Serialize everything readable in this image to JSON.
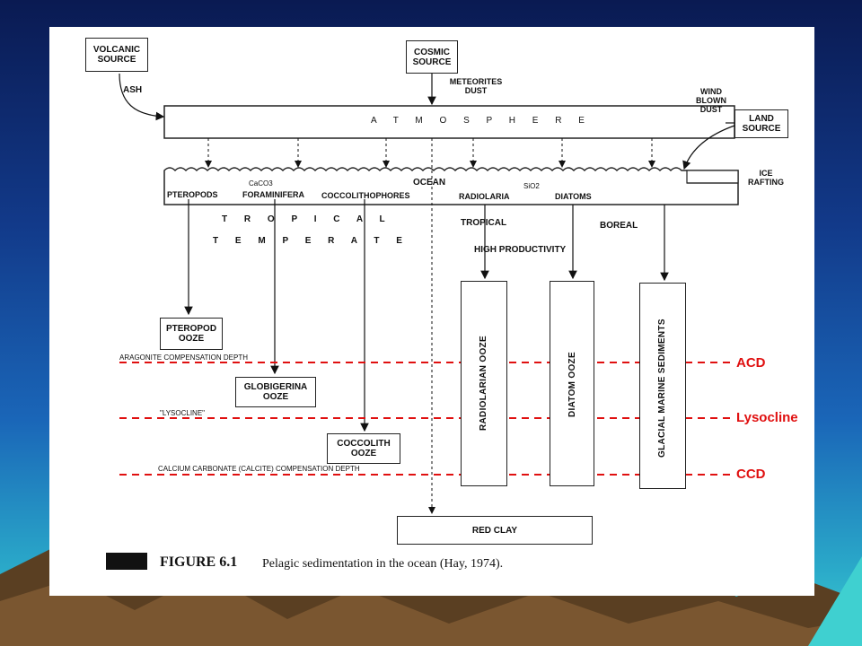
{
  "boxes": {
    "volcanic_source": "VOLCANIC SOURCE",
    "cosmic_source": "COSMIC SOURCE",
    "land_source": "LAND SOURCE",
    "atmosphere": "A T M O S P H E R E",
    "ice_rafting": "ICE RAFTING",
    "pteropod_ooze": "PTEROPOD OOZE",
    "globigerina_ooze": "GLOBIGERINA OOZE",
    "coccolith_ooze": "COCCOLITH OOZE",
    "red_clay": "RED CLAY",
    "radiolarian_ooze": "RADIOLARIAN OOZE",
    "diatom_ooze": "DIATOM OOZE",
    "glacial_marine_sediments": "GLACIAL MARINE SEDIMENTS"
  },
  "labels": {
    "ash": "ASH",
    "meteorites_dust": "METEORITES DUST",
    "wind_blown_dust": "WIND BLOWN DUST",
    "ocean": "OCEAN",
    "caco3": "CaCO3",
    "sio2": "SiO2",
    "pteropods": "PTEROPODS",
    "foraminifera": "FORAMINIFERA",
    "coccolithophores": "COCCOLITHOPHORES",
    "radiolaria": "RADIOLARIA",
    "diatoms": "DIATOMS",
    "tropical_spaced": "T R O P I C A L",
    "temperate_spaced": "T E M P E R A T E",
    "tropical": "TROPICAL",
    "boreal": "BOREAL",
    "high_productivity": "HIGH PRODUCTIVITY",
    "aragonite_depth": "ARAGONITE COMPENSATION DEPTH",
    "lysocline_small": "\"LYSOCLINE\"",
    "calcite_depth": "CALCIUM CARBONATE (CALCITE) COMPENSATION DEPTH"
  },
  "overlay": {
    "acd": "ACD",
    "lysocline": "Lysocline",
    "ccd": "CCD",
    "line_color": "#e01010"
  },
  "caption": {
    "figure": "FIGURE 6.1",
    "text": "Pelagic sedimentation in the ocean (Hay, 1974)."
  }
}
